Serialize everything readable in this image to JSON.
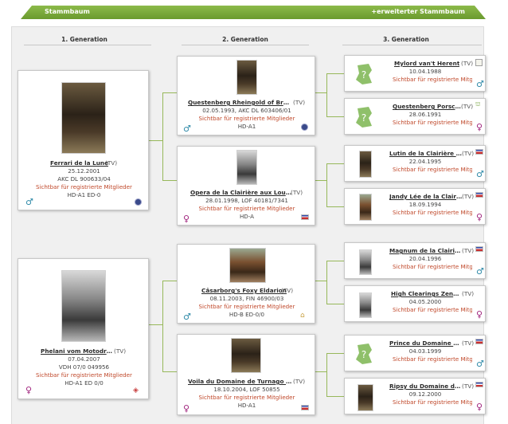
{
  "header": {
    "title": "Stammbaum",
    "extended_link": "+erweiterter Stammbaum"
  },
  "generations": [
    "1. Generation",
    "2. Generation",
    "3. Generation"
  ],
  "members_text": "Sichtbar für registrierte Mitglieder",
  "colors": {
    "accent": "#7aab3a",
    "link_red": "#c0482a",
    "male": "#2f8aa8",
    "female": "#a0237d"
  },
  "gen1": [
    {
      "name": "Ferrari de la Lune",
      "tag": "(TV)",
      "date": "25.12.2001",
      "reg": "AKC DL 900633/04",
      "health": "HD-A1 ED-0",
      "sex": "♂",
      "badge": "club-seal-icon"
    },
    {
      "name": "Phelani vom Motodrom",
      "tag": "(TV)",
      "date": "07.04.2007",
      "reg": "VDH 07/0 049956",
      "health": "HD-A1 ED 0/0",
      "sex": "♀",
      "badge": "diamond-icon"
    }
  ],
  "gen2": [
    {
      "name": "Questenberg Rheingold of Bran...",
      "tag": "(TV)",
      "date_reg": "02.05.1993, AKC DL 603406/01",
      "health": "HD-A1",
      "sex": "♂",
      "badge": "club-seal-icon"
    },
    {
      "name": "Opera de la Clairière aux Louves",
      "tag": "(TV)",
      "date_reg": "28.01.1998, LOF 40181/7341",
      "health": "HD-A",
      "sex": "♀",
      "badge": "flag-icon"
    },
    {
      "name": "Câsarborg's Foxy Eldarion",
      "tag": "(TV)",
      "date_reg": "08.11.2003, FIN 46900/03",
      "health": "HD-B ED-0/0",
      "sex": "♂",
      "badge": "kennel-icon"
    },
    {
      "name": "Voila du Domaine de Turnago Vi...",
      "tag": "(TV)",
      "date_reg": "18.10.2004, LOF 50855",
      "health": "HD-A1",
      "sex": "♀",
      "badge": "flag-icon"
    }
  ],
  "gen3": [
    {
      "name": "Mylord van't Herent",
      "tag": "(TV)",
      "date": "10.04.1988",
      "sex": "♂",
      "photo": false
    },
    {
      "name": "Questenberg Porsche",
      "tag": "(TV)",
      "date": "28.06.1991",
      "sex": "♀",
      "photo": false
    },
    {
      "name": "Lutin de la Clairière a...",
      "tag": "(TV)",
      "date": "22.04.1995",
      "sex": "♂",
      "photo": true
    },
    {
      "name": "Jandy Lée de la Clairi...",
      "tag": "(TV)",
      "date": "18.09.1994",
      "sex": "♀",
      "photo": true
    },
    {
      "name": "Magnum de la Clairiè...",
      "tag": "(TV)",
      "date": "20.04.1996",
      "sex": "♂",
      "photo": true
    },
    {
      "name": "High Clearings Zenobie",
      "tag": "(TV)",
      "date": "04.05.2000",
      "sex": "♀",
      "photo": true
    },
    {
      "name": "Prince du Domaine d...",
      "tag": "(TV)",
      "date": "04.03.1999",
      "sex": "♂",
      "photo": false
    },
    {
      "name": "Ripsy du Domaine de...",
      "tag": "(TV)",
      "date": "09.12.2000",
      "sex": "♀",
      "photo": true
    }
  ]
}
